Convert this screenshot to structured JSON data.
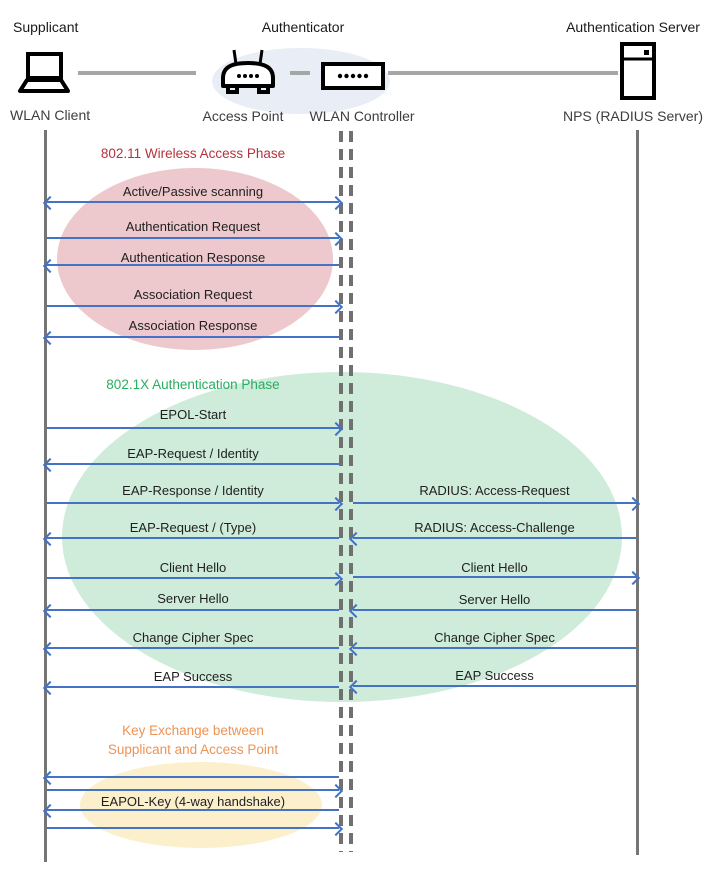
{
  "roles": {
    "supplicant": "Supplicant",
    "authenticator": "Authenticator",
    "auth_server": "Authentication Server"
  },
  "nodes": {
    "wlan_client": "WLAN Client",
    "access_point": "Access Point",
    "wlan_controller": "WLAN Controller",
    "nps": "NPS (RADIUS Server)"
  },
  "phases": {
    "p1_title": "802.11 Wireless Access Phase",
    "p2_title": "802.1X Authentication Phase",
    "p3_title_1": "Key Exchange between",
    "p3_title_2": "Supplicant and Access Point"
  },
  "messages": {
    "scanning": "Active/Passive scanning",
    "auth_request": "Authentication Request",
    "auth_response": "Authentication Response",
    "assoc_request": "Association Request",
    "assoc_response": "Association Response",
    "epol_start": "EPOL-Start",
    "eap_request_identity": "EAP-Request / Identity",
    "eap_response_identity": "EAP-Response / Identity",
    "eap_request_type": "EAP-Request / (Type)",
    "client_hello": "Client Hello",
    "server_hello": "Server Hello",
    "change_cipher_spec": "Change Cipher Spec",
    "eap_success": "EAP Success",
    "radius_access_request": "RADIUS: Access-Request",
    "radius_access_challenge": "RADIUS: Access-Challenge",
    "eapol_key": "EAPOL-Key (4-way handshake)"
  },
  "colors": {
    "arrow_blue": "#4472C4",
    "lifeline_gray": "#757575",
    "connector_gray": "#A6A6A6",
    "phase1_fill": "#EDC8CC",
    "phase2_fill": "#CFEBDA",
    "phase3_fill": "#FCEFCB",
    "authenticator_fill": "#E9EDF6",
    "phase1_title_color": "#B6323E",
    "phase2_title_color": "#27AE60",
    "phase3_title_color": "#ED9355",
    "icon_black": "#000000"
  }
}
